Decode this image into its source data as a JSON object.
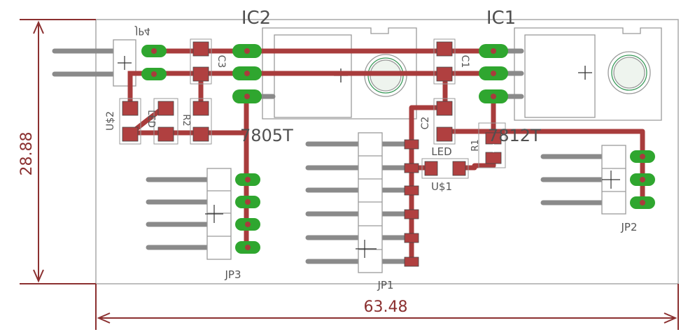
{
  "dimensions": {
    "width": "63.48",
    "height": "28.88"
  },
  "labels": {
    "ic2": "IC2",
    "ic1": "IC1",
    "reg1": "7805T",
    "reg2": "7812T",
    "c1": "C1",
    "c2": "C2",
    "c3": "C3",
    "jp1": "JP1",
    "jp2": "JP2",
    "jp3": "JP3",
    "jp4": "JP4",
    "led1": "LED",
    "led2": "LED",
    "us1": "U$1",
    "us2": "U$2",
    "r1": "R1",
    "r2": "R2"
  },
  "colors": {
    "board": "#a9a9a9",
    "trace": "#a83c3c",
    "pad": "#2fa62f",
    "smd": "#b04040",
    "pin": "#8a8a8a",
    "dimension": "#8b3030"
  }
}
